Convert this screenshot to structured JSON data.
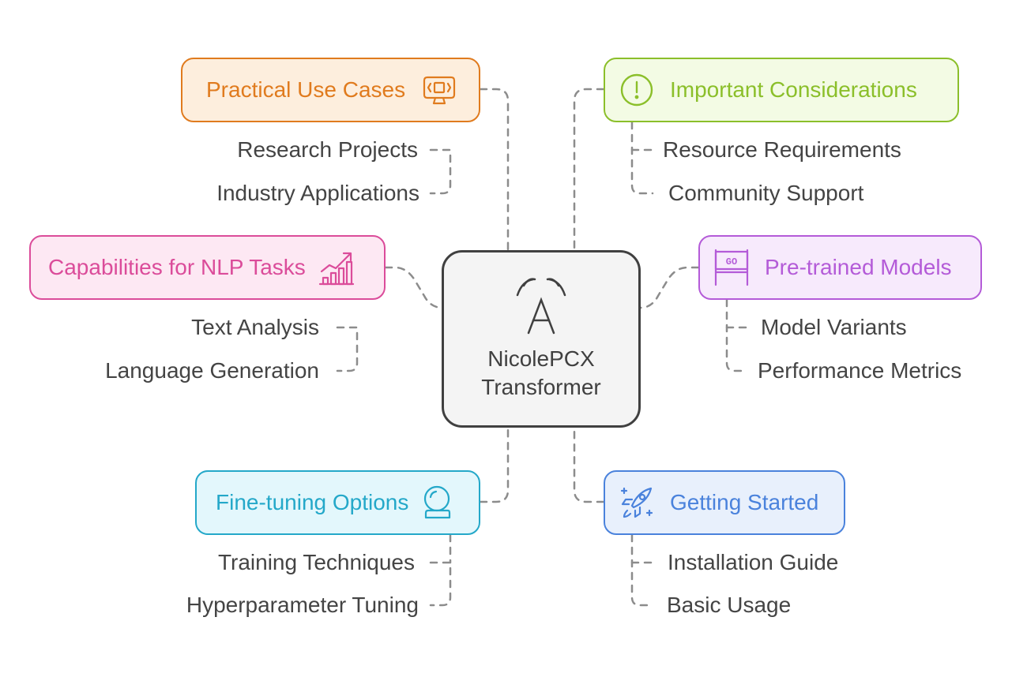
{
  "center": {
    "line1": "NicolePCX",
    "line2": "Transformer",
    "icon": "antenna-a-icon"
  },
  "branches": [
    {
      "key": "practical",
      "title": "Practical Use Cases",
      "color": "#e07b1e",
      "fill": "#fdeedd",
      "icon": "monitor-code-icon",
      "items": [
        "Research Projects",
        "Industry Applications"
      ]
    },
    {
      "key": "considerations",
      "title": "Important Considerations",
      "color": "#8bbf2a",
      "fill": "#f3fbe4",
      "icon": "exclamation-circle-icon",
      "items": [
        "Resource Requirements",
        "Community Support"
      ]
    },
    {
      "key": "capabilities",
      "title": "Capabilities for NLP Tasks",
      "color": "#db4c9a",
      "fill": "#fde8f3",
      "icon": "growth-chart-icon",
      "items": [
        "Text Analysis",
        "Language Generation"
      ]
    },
    {
      "key": "pretrained",
      "title": "Pre-trained Models",
      "color": "#b45bd8",
      "fill": "#f7eafc",
      "icon": "go-banner-icon",
      "items": [
        "Model Variants",
        "Performance Metrics"
      ]
    },
    {
      "key": "finetuning",
      "title": "Fine-tuning Options",
      "color": "#24a8c9",
      "fill": "#e3f7fc",
      "icon": "crystal-ball-icon",
      "items": [
        "Training Techniques",
        "Hyperparameter Tuning"
      ]
    },
    {
      "key": "started",
      "title": "Getting Started",
      "color": "#4a82dc",
      "fill": "#e8f0fc",
      "icon": "rocket-icon",
      "items": [
        "Installation Guide",
        "Basic Usage"
      ]
    }
  ]
}
